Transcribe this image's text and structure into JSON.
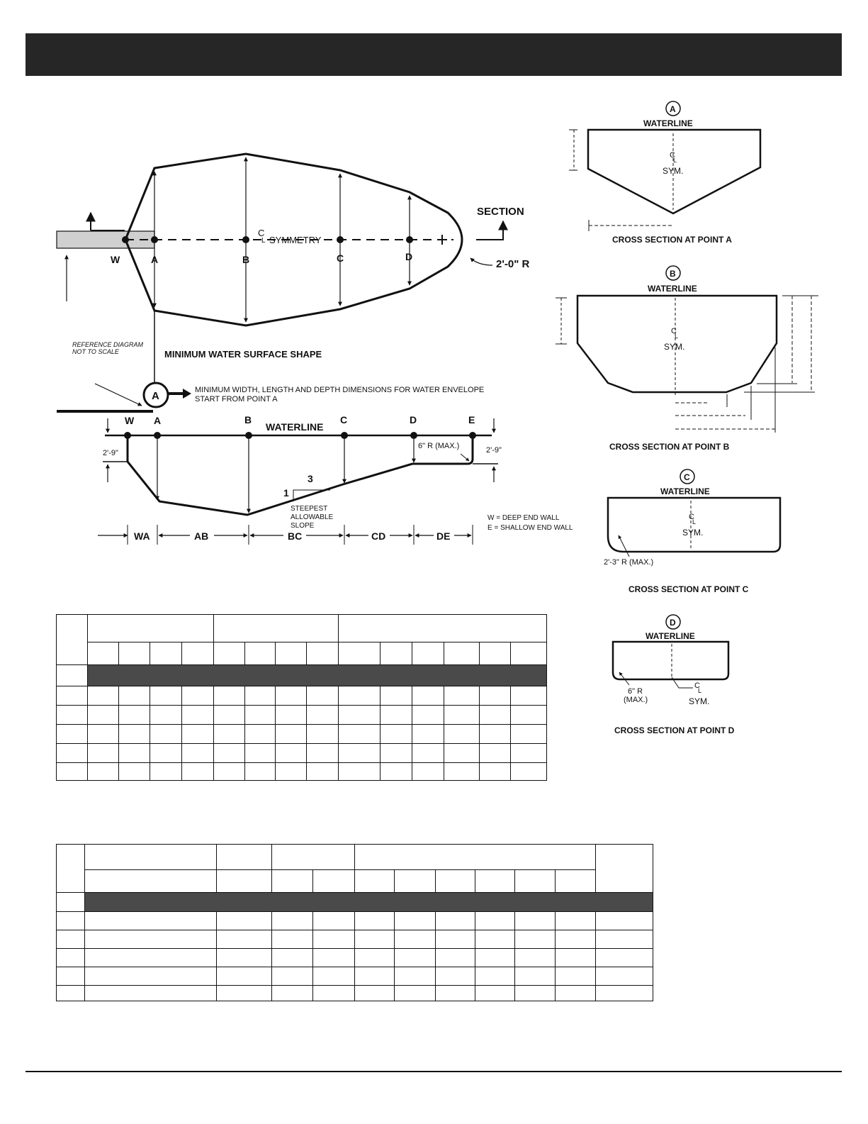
{
  "labels": {
    "section": "SECTION",
    "radius_nose": "2'-0\" R",
    "symmetry": "SYMMETRY",
    "w": "W",
    "a": "A",
    "b": "B",
    "c": "C",
    "d": "D",
    "e": "E",
    "reference_line1": "REFERENCE DIAGRAM",
    "reference_line2": "NOT TO SCALE",
    "surface_title": "MINIMUM WATER SURFACE SHAPE",
    "envelope_line1": "MINIMUM WIDTH, LENGTH AND DEPTH DIMENSIONS FOR WATER ENVELOPE",
    "envelope_line2": "START FROM POINT A",
    "waterline": "WATERLINE",
    "depth_deep": "2'-9\"",
    "depth_shallow": "2'-9\"",
    "radius_6_max": "6\" R (MAX.)",
    "slope_rise": "1",
    "slope_run": "3",
    "slope_line1": "STEEPEST",
    "slope_line2": "ALLOWABLE",
    "slope_line3": "SLOPE",
    "legend_w": "W = DEEP END WALL",
    "legend_e": "E =  SHALLOW END WALL",
    "seg_wa": "WA",
    "seg_ab": "AB",
    "seg_bc": "BC",
    "seg_cd": "CD",
    "seg_de": "DE",
    "sym": "SYM.",
    "radius_c": "2'-3\" R (MAX.)",
    "radius_d_1": "6\" R",
    "radius_d_2": "(MAX.)",
    "xsec_a": "CROSS SECTION AT POINT A",
    "xsec_b": "CROSS SECTION AT POINT B",
    "xsec_c": "CROSS SECTION AT POINT C",
    "xsec_d": "CROSS SECTION AT POINT D"
  },
  "tables": {
    "table1": {
      "data_rows": 5,
      "columns": 14
    },
    "table2": {
      "data_rows": 5,
      "columns": 12
    }
  }
}
